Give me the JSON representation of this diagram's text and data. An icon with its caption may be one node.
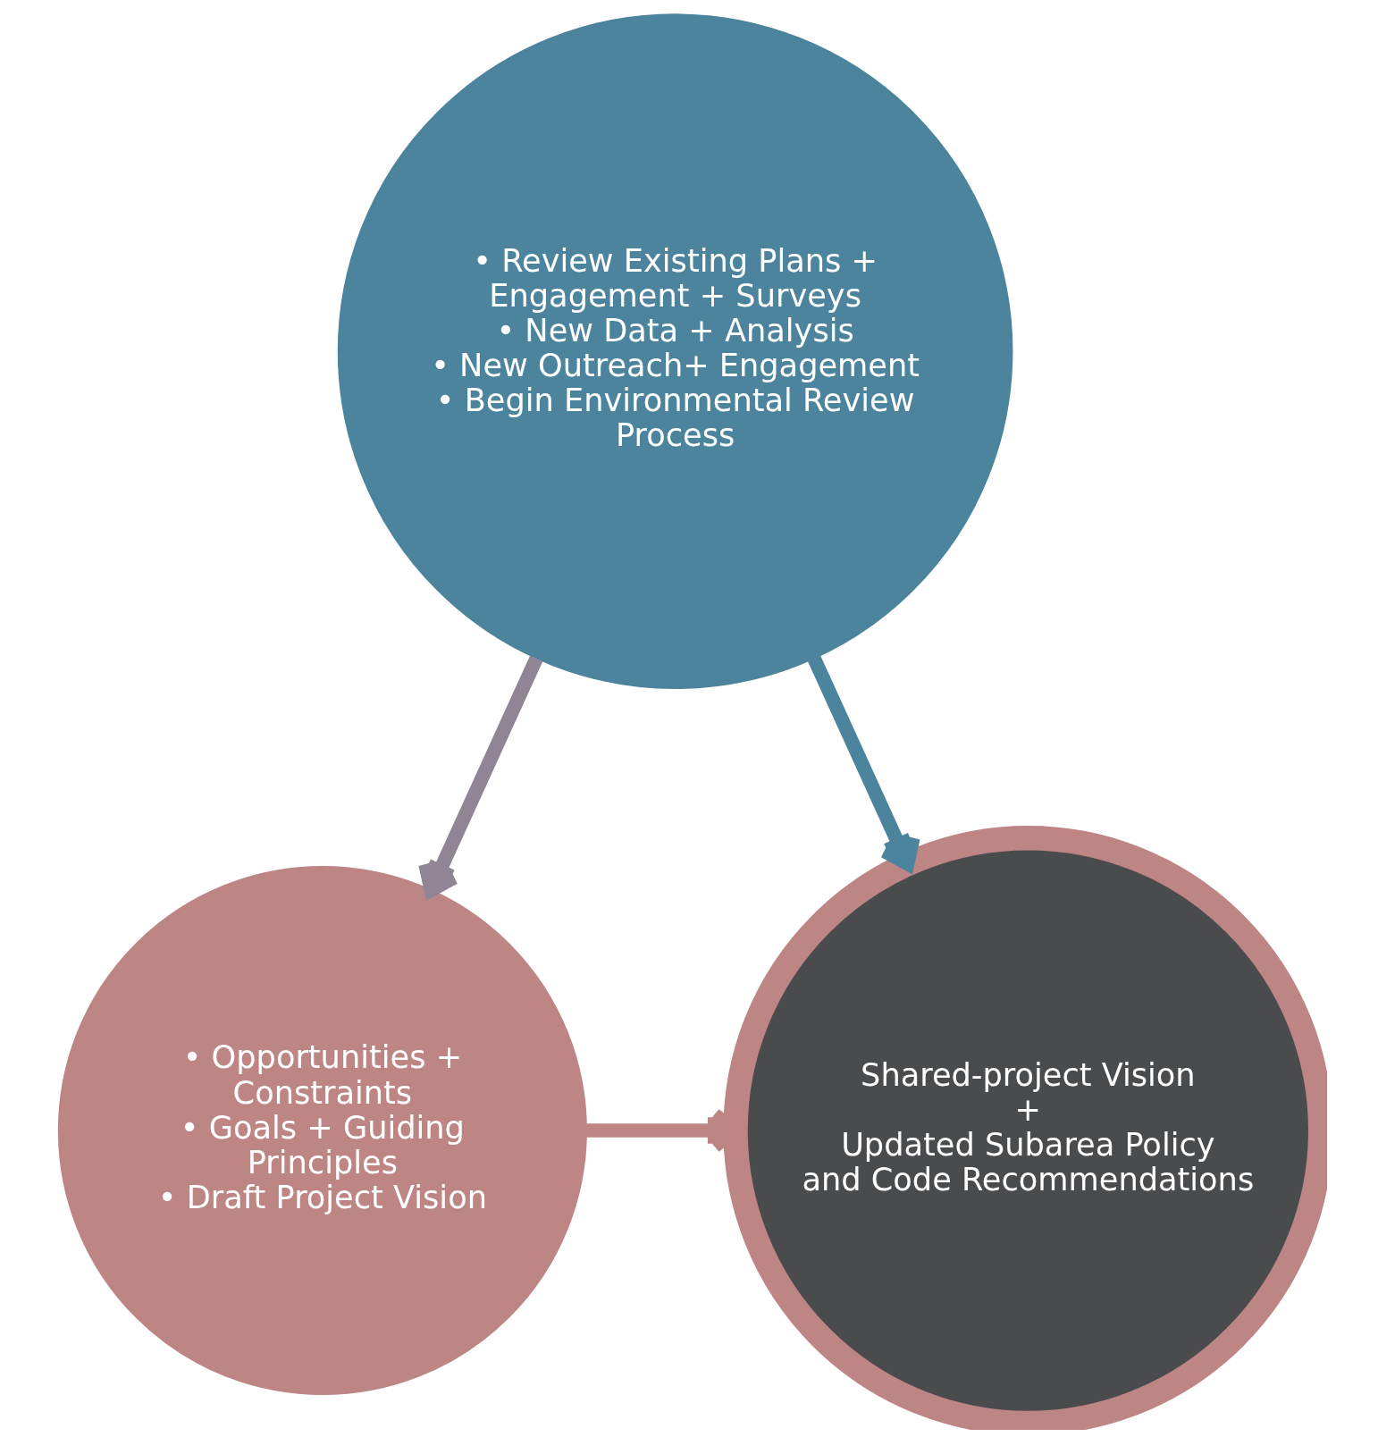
{
  "diagram": {
    "nodes": [
      {
        "text": [
          "• Review Existing Plans + Engagement + Surveys",
          "• New Data + Analysis",
          "• New Outreach+ Engagement",
          "• Begin Environmental Review Process"
        ]
      },
      {
        "text": [
          "• Opportunities + Constraints",
          "• Goals + Guiding Principles",
          "• Draft Project Vision"
        ]
      },
      {
        "text": [
          "Shared-project Vision",
          "+",
          "Updated Subarea Policy and Code Recommendations"
        ]
      }
    ],
    "edges": [
      {
        "from": 0,
        "to": 1,
        "arrow": "to",
        "color": "#8f8595"
      },
      {
        "from": 0,
        "to": 2,
        "arrow": "to",
        "color": "#4b849c"
      },
      {
        "from": 1,
        "to": 2,
        "arrow": "to",
        "color": "#be8585"
      }
    ]
  }
}
